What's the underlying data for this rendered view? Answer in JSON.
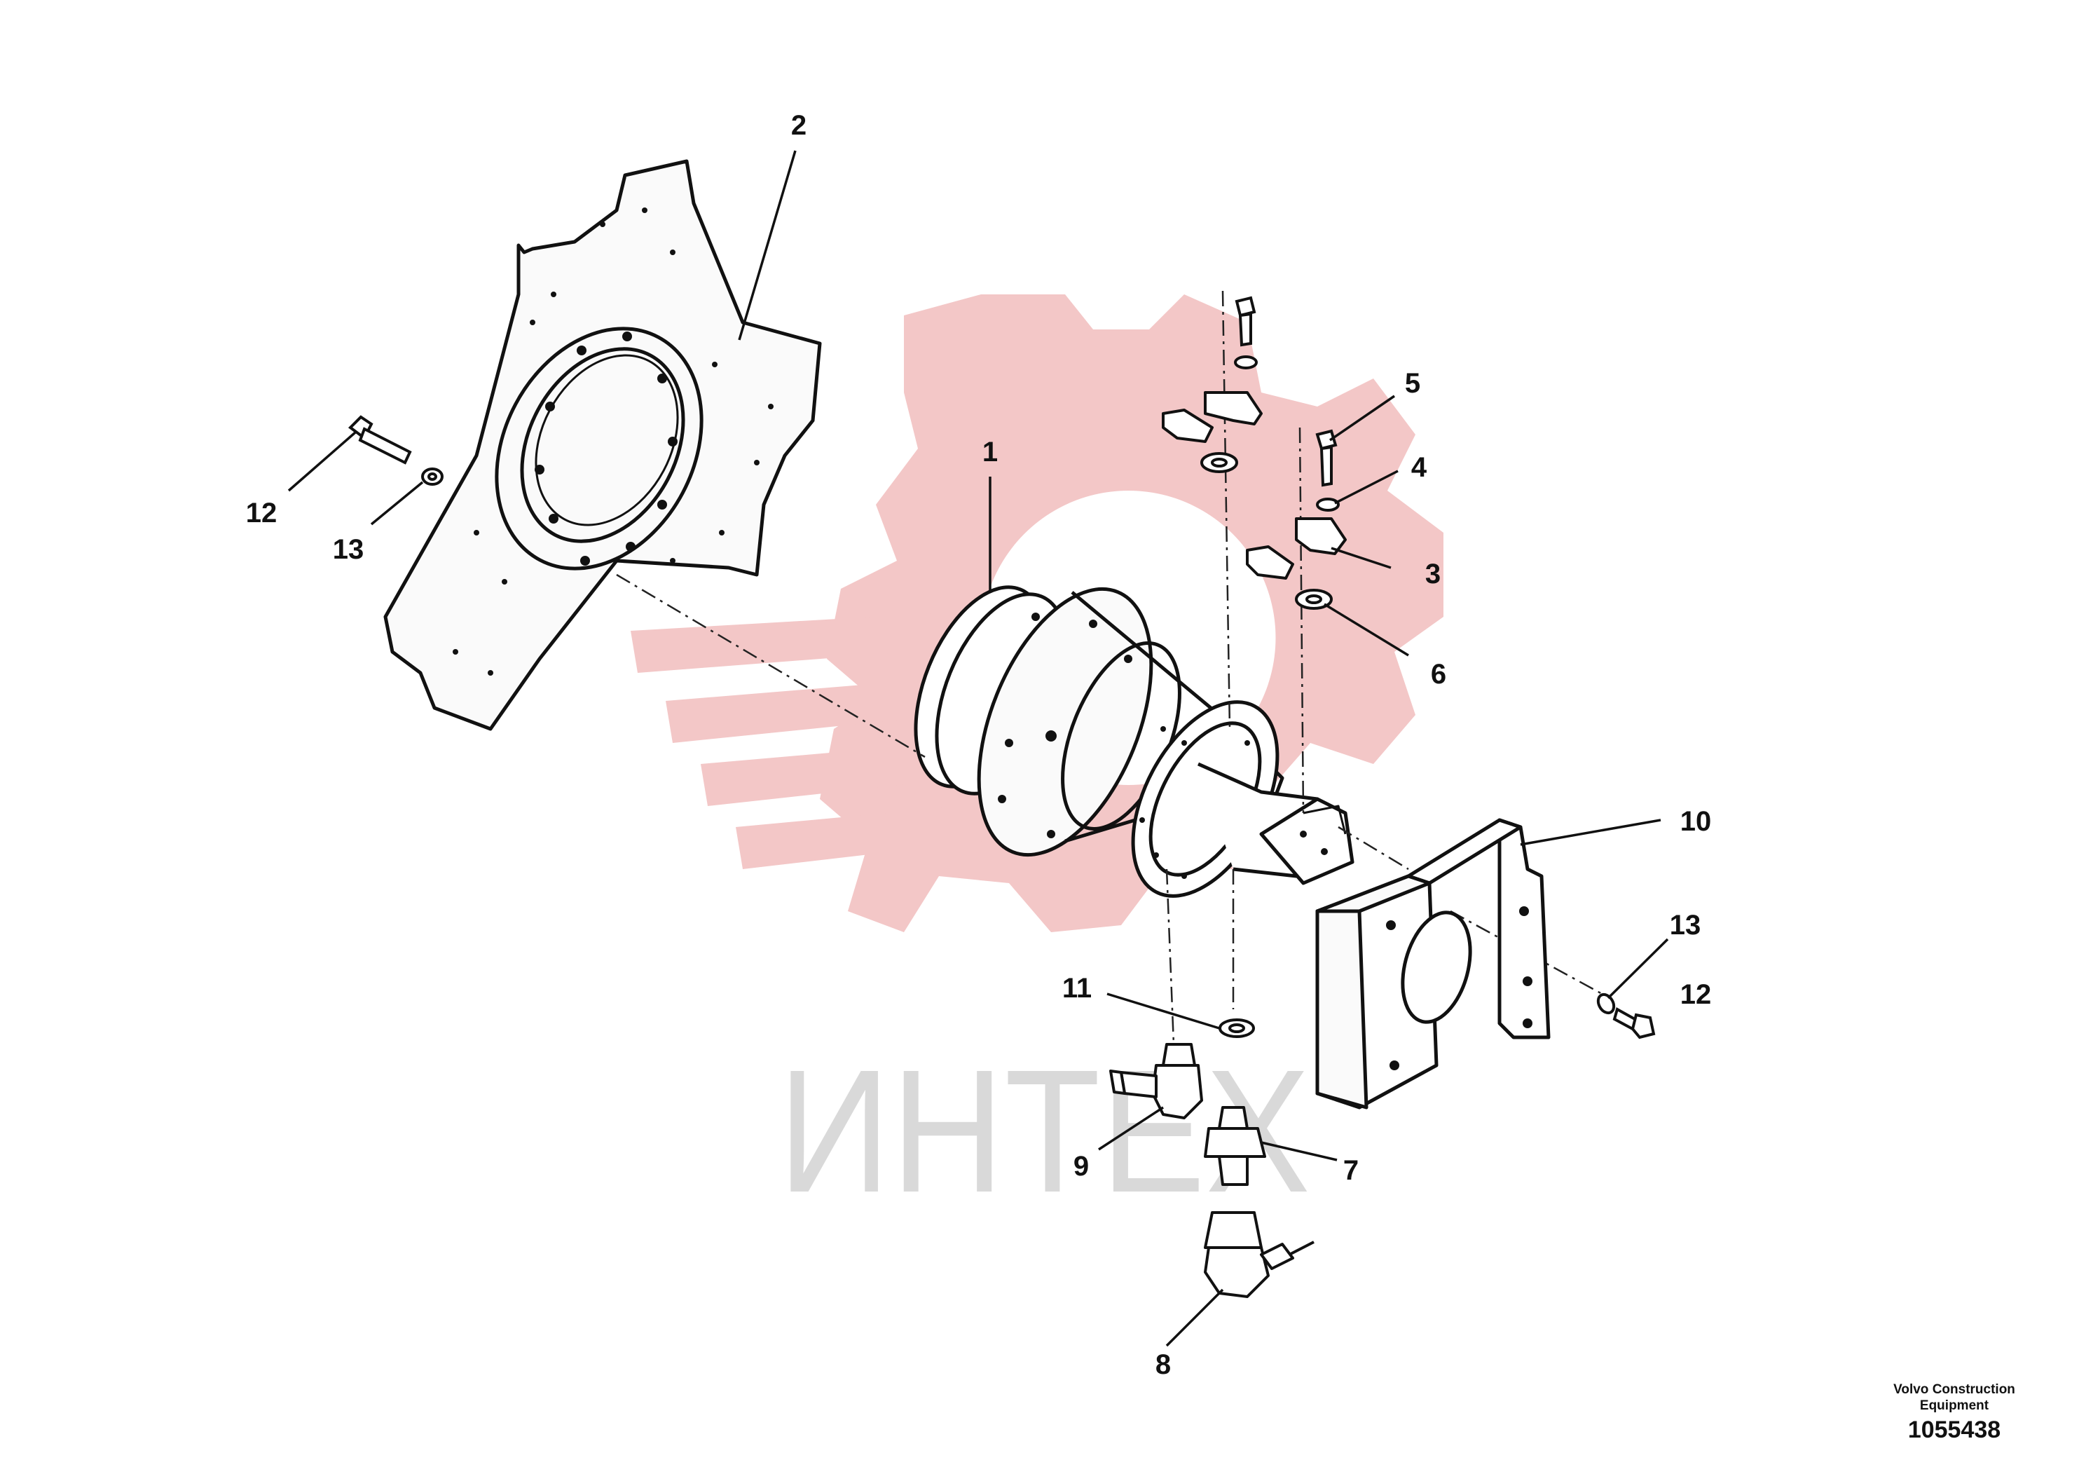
{
  "watermark": {
    "text": "ИНТЕХ",
    "gear_color": "#f3c7c7",
    "text_color": "#d9d9d9"
  },
  "footer": {
    "company_line1": "Volvo Construction",
    "company_line2": "Equipment",
    "drawing_number": "1055438"
  },
  "callouts": [
    "1",
    "2",
    "3",
    "4",
    "5",
    "6",
    "7",
    "8",
    "9",
    "10",
    "11",
    "12",
    "13",
    "13",
    "12"
  ]
}
